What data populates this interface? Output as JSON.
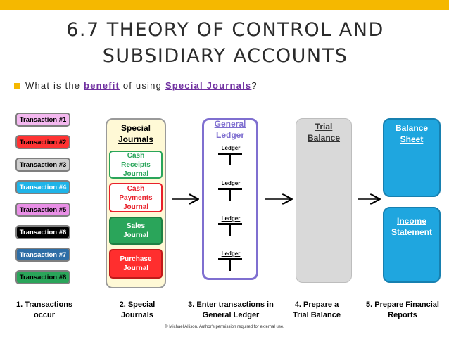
{
  "slide": {
    "title_line1": "6.7 THEORY OF CONTROL AND",
    "title_line2": "SUBSIDIARY ACCOUNTS",
    "question_prefix": "What is the ",
    "question_kw1": "benefit",
    "question_mid": " of using ",
    "question_kw2": "Special Journals",
    "question_suffix": "?"
  },
  "transactions": [
    {
      "label": "Transaction #1",
      "bg": "#f4b8f0",
      "fg": "#000000"
    },
    {
      "label": "Transaction #2",
      "bg": "#ff3333",
      "fg": "#000000"
    },
    {
      "label": "Transaction #3",
      "bg": "#cfcfcf",
      "fg": "#000000"
    },
    {
      "label": "Transaction #4",
      "bg": "#1fb4e8",
      "fg": "#ffffff"
    },
    {
      "label": "Transaction #5",
      "bg": "#e98fe6",
      "fg": "#000000"
    },
    {
      "label": "Transaction #6",
      "bg": "#000000",
      "fg": "#ffffff"
    },
    {
      "label": "Transaction #7",
      "bg": "#2e6ea6",
      "fg": "#ffffff"
    },
    {
      "label": "Transaction #8",
      "bg": "#2aa55a",
      "fg": "#000000"
    }
  ],
  "special_journals": {
    "title_line1": "Special",
    "title_line2": "Journals",
    "items": [
      {
        "line1": "Cash",
        "line2": "Receipts",
        "line3": "Journal"
      },
      {
        "line1": "Cash",
        "line2": "Payments",
        "line3": "Journal"
      },
      {
        "line1": "Sales",
        "line2": "Journal",
        "line3": ""
      },
      {
        "line1": "Purchase",
        "line2": "Journal",
        "line3": ""
      }
    ]
  },
  "general_ledger": {
    "title_line1": "General",
    "title_line2": "Ledger",
    "ledger_label": "Ledger"
  },
  "trial_balance": {
    "title_line1": "Trial",
    "title_line2": "Balance"
  },
  "balance_sheet": {
    "title_line1": "Balance",
    "title_line2": "Sheet"
  },
  "income_statement": {
    "title_line1": "Income",
    "title_line2": "Statement"
  },
  "steps": [
    {
      "line1": "1. Transactions",
      "line2": "occur"
    },
    {
      "line1": "2. Special",
      "line2": "Journals"
    },
    {
      "line1": "3. Enter transactions in",
      "line2": "General Ledger"
    },
    {
      "line1": "4. Prepare a",
      "line2": "Trial Balance"
    },
    {
      "line1": "5. Prepare Financial",
      "line2": "Reports"
    }
  ],
  "footer": "© Michael Allison. Author's permission required for external use.",
  "colors": {
    "accent_bar": "#f5b800",
    "journal_panel": "#fff9d6",
    "ledger_border": "#7f6fd0",
    "trial_panel": "#d9d9d9",
    "report_blue": "#1fa6df"
  }
}
